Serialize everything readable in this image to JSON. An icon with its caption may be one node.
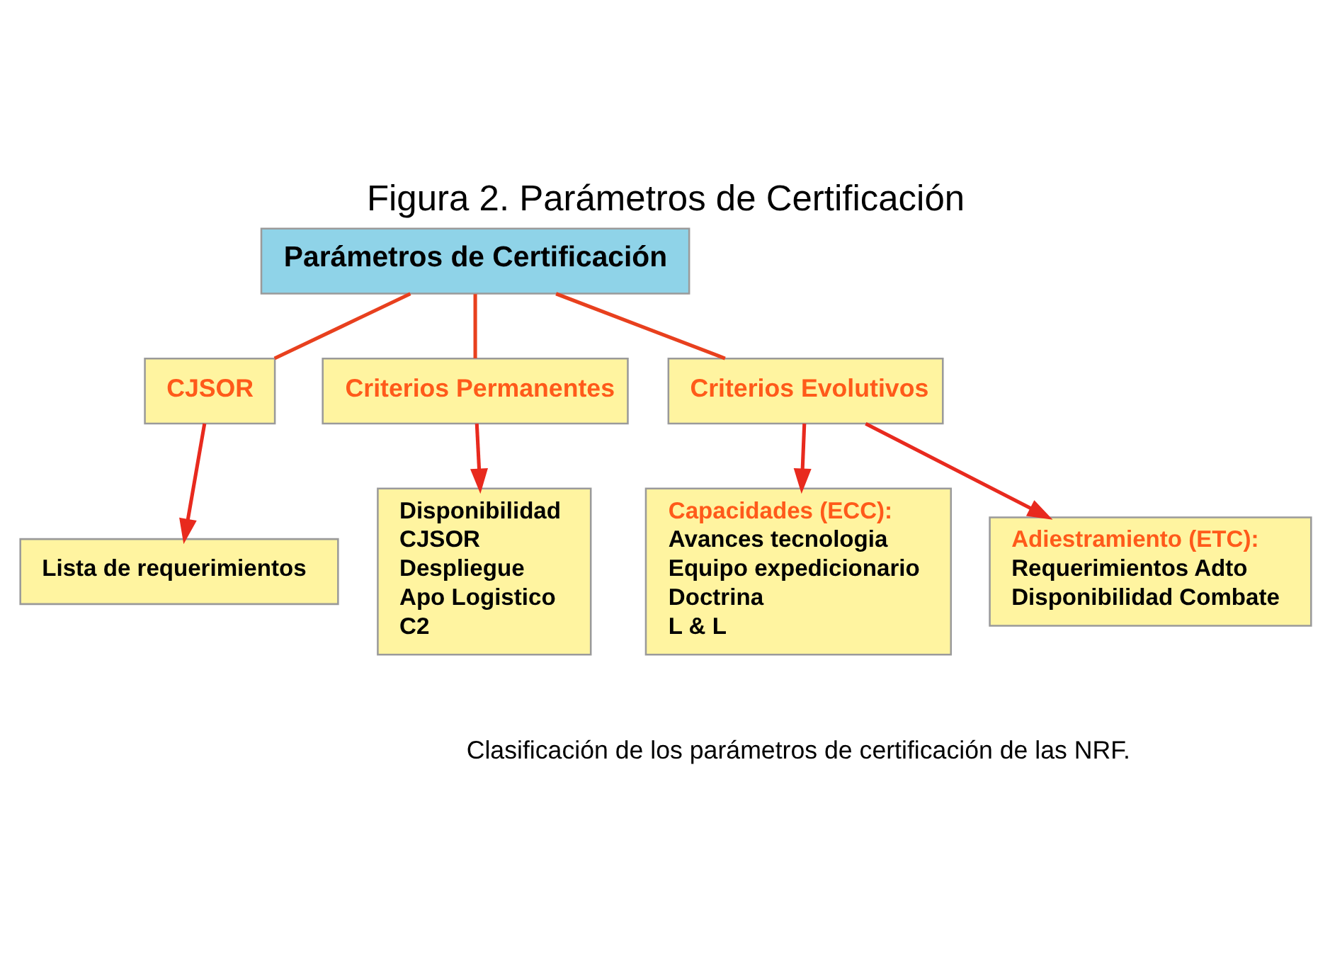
{
  "diagram": {
    "title": "Figura 2. Parámetros de Certificación",
    "caption": "Clasificación de los parámetros de certificación de las NRF.",
    "nodes": [
      {
        "text": [
          "Parámetros de Certificación"
        ]
      },
      {
        "text": [
          "CJSOR"
        ]
      },
      {
        "text": [
          "Criterios Permanentes"
        ]
      },
      {
        "text": [
          "Criterios Evolutivos"
        ]
      },
      {
        "text": [
          "Lista de requerimientos"
        ]
      },
      {
        "text": [
          "Disponibilidad",
          "CJSOR",
          "Despliegue",
          "Apo Logistico",
          "C2"
        ]
      },
      {
        "text": [
          "Capacidades (ECC):",
          "Avances tecnologia",
          "Equipo expedicionario",
          "Doctrina",
          "L & L"
        ]
      },
      {
        "text": [
          "Adiestramiento (ETC):",
          "Requerimientos Adto",
          "Disponibilidad Combate"
        ]
      }
    ],
    "edges": [
      {
        "from": 0,
        "to": 1,
        "arrow": "none",
        "color": "#e8401e"
      },
      {
        "from": 0,
        "to": 2,
        "arrow": "none",
        "color": "#e8401e"
      },
      {
        "from": 0,
        "to": 3,
        "arrow": "none",
        "color": "#e8401e"
      },
      {
        "from": 1,
        "to": 4,
        "arrow": "to",
        "color": "#e82a1e"
      },
      {
        "from": 2,
        "to": 5,
        "arrow": "to",
        "color": "#e82a1e"
      },
      {
        "from": 3,
        "to": 6,
        "arrow": "to",
        "color": "#e82a1e"
      },
      {
        "from": 3,
        "to": 7,
        "arrow": "to",
        "color": "#e82a1e"
      }
    ]
  }
}
